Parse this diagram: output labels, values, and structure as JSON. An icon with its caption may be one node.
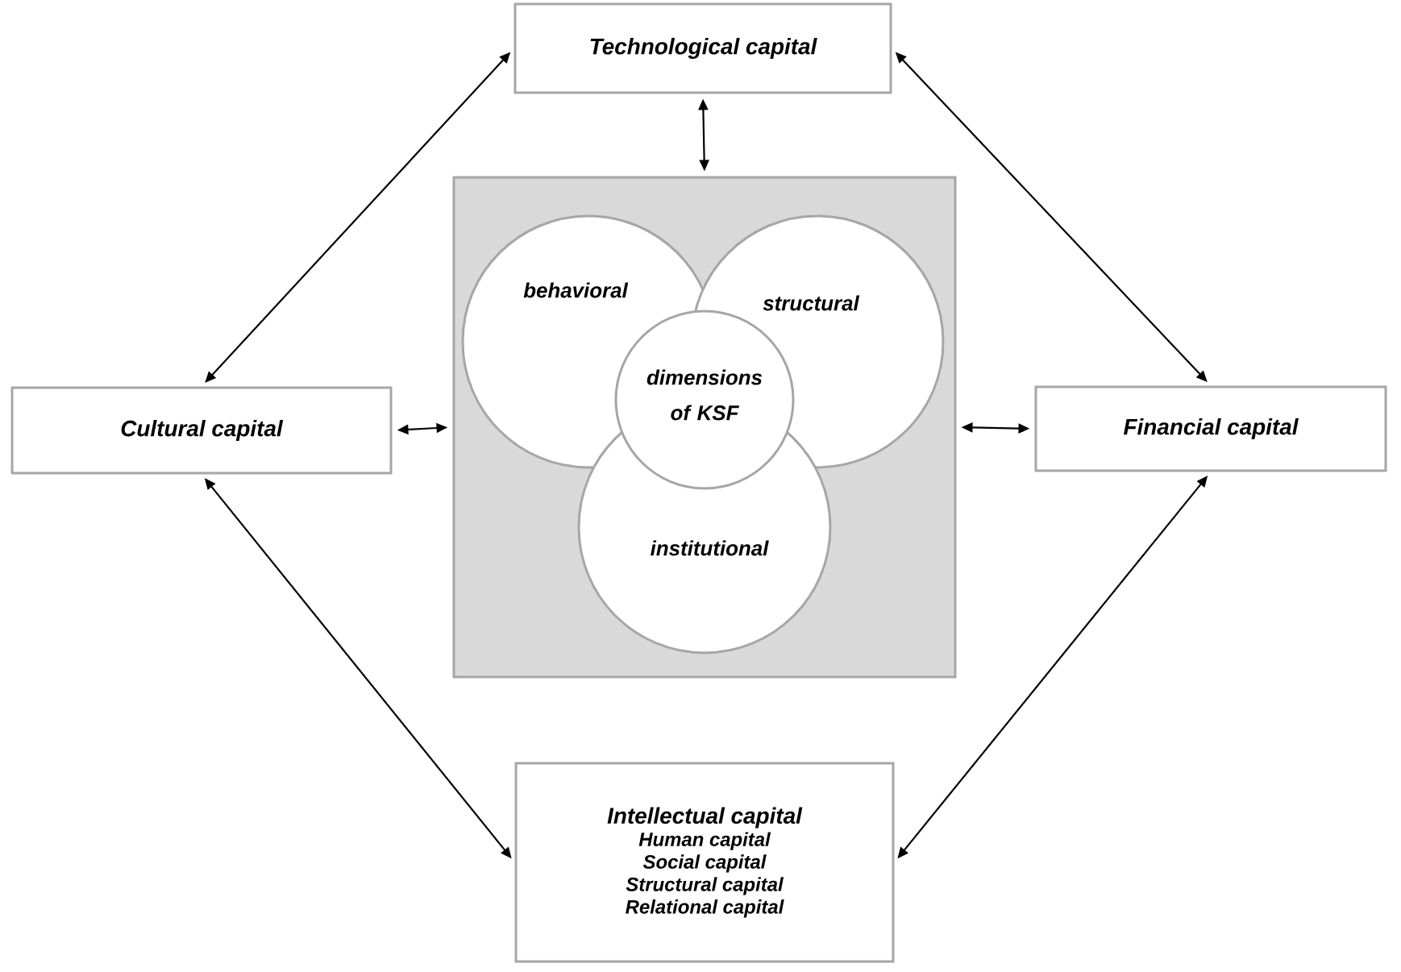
{
  "diagram": {
    "nodes": [
      {
        "text": [
          "Technological capital"
        ]
      },
      {
        "text": [
          "Cultural capital"
        ]
      },
      {
        "text": [],
        "shape": "box"
      },
      {
        "text": [
          "behavioral"
        ],
        "in": 2
      },
      {
        "text": [
          "structural"
        ],
        "in": 2
      },
      {
        "text": [
          "dimensions of KSF"
        ],
        "in": 2
      },
      {
        "text": [
          "institutional"
        ],
        "in": 2
      },
      {
        "text": [
          "Financial capital"
        ]
      },
      {
        "text": [
          "Intellectual capital",
          "Human capital",
          "Social capital",
          "Structural capital",
          "Relational capital"
        ]
      }
    ],
    "edges": [
      {
        "from": 0,
        "to": 2,
        "arrow": "both"
      },
      {
        "from": 1,
        "to": 2,
        "arrow": "both"
      },
      {
        "from": 2,
        "to": 7,
        "arrow": "both"
      },
      {
        "from": 0,
        "to": 1,
        "arrow": "both"
      },
      {
        "from": 0,
        "to": 7,
        "arrow": "both"
      },
      {
        "from": 1,
        "to": 8,
        "arrow": "both"
      },
      {
        "from": 7,
        "to": 8,
        "arrow": "both"
      }
    ]
  }
}
